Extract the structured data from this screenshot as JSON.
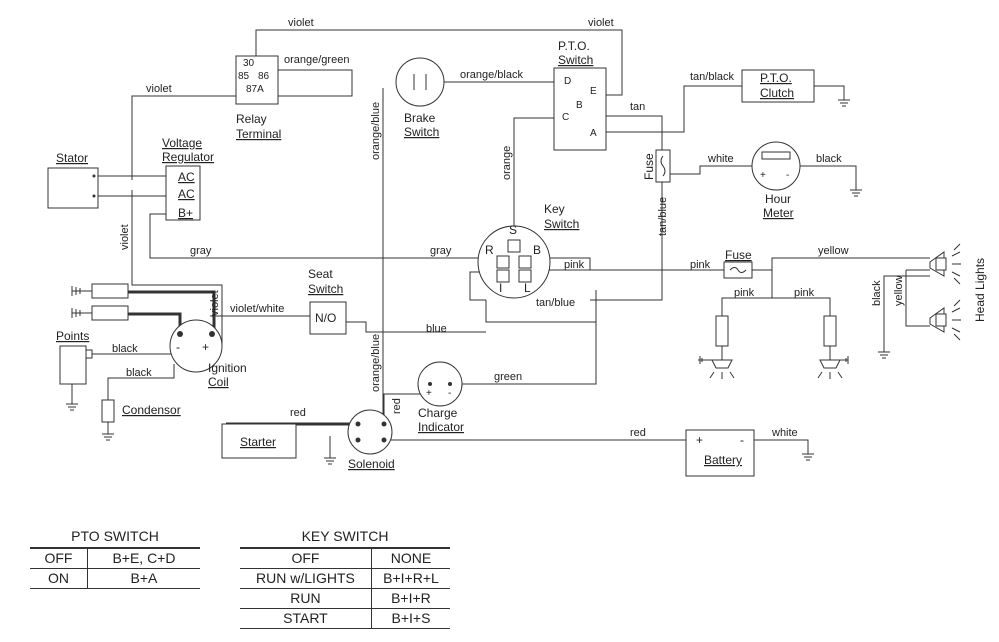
{
  "components": {
    "relay_title": "Relay",
    "relay_subtitle": "Terminal",
    "relay_pins": [
      "30",
      "85",
      "86",
      "87A"
    ],
    "voltage_regulator": "Voltage",
    "voltage_regulator_2": "Regulator",
    "regulator_terminals": [
      "AC",
      "AC",
      "B+"
    ],
    "stator": "Stator",
    "brake_switch": "Brake",
    "brake_switch_2": "Switch",
    "pto_switch": "P.T.O.",
    "pto_switch_2": "Switch",
    "pto_terminals": [
      "D",
      "E",
      "B",
      "C",
      "A"
    ],
    "pto_clutch": "P.T.O.",
    "pto_clutch_2": "Clutch",
    "fuse": "Fuse",
    "fuse2": "Fuse",
    "hour_meter": "Hour",
    "hour_meter_2": "Meter",
    "key_switch": "Key",
    "key_switch_2": "Switch",
    "key_terminals": [
      "S",
      "R",
      "B",
      "I",
      "L"
    ],
    "seat_switch": "Seat",
    "seat_switch_2": "Switch",
    "seat_no": "N/O",
    "points": "Points",
    "ignition_coil": "Ignition",
    "ignition_coil_2": "Coil",
    "condenser": "Condensor",
    "starter": "Starter",
    "solenoid": "Solenoid",
    "charge_indicator": "Charge",
    "charge_indicator_2": "Indicator",
    "battery": "Battery",
    "head_lights": "Head Lights",
    "plus": "+",
    "minus": "-"
  },
  "wires": {
    "violet": "violet",
    "orange_green": "orange/green",
    "orange_black": "orange/black",
    "orange_blue": "orange/blue",
    "orange": "orange",
    "tan_black": "tan/black",
    "tan": "tan",
    "tan_blue": "tan/blue",
    "white": "white",
    "black": "black",
    "gray": "gray",
    "pink": "pink",
    "yellow": "yellow",
    "violet_white": "violet/white",
    "blue": "blue",
    "green": "green",
    "red": "red"
  },
  "pto_table": {
    "title": "PTO SWITCH",
    "rows": [
      [
        "OFF",
        "B+E, C+D"
      ],
      [
        "ON",
        "B+A"
      ]
    ]
  },
  "key_table": {
    "title": "KEY SWITCH",
    "rows": [
      [
        "OFF",
        "NONE"
      ],
      [
        "RUN w/LIGHTS",
        "B+I+R+L"
      ],
      [
        "RUN",
        "B+I+R"
      ],
      [
        "START",
        "B+I+S"
      ]
    ]
  }
}
